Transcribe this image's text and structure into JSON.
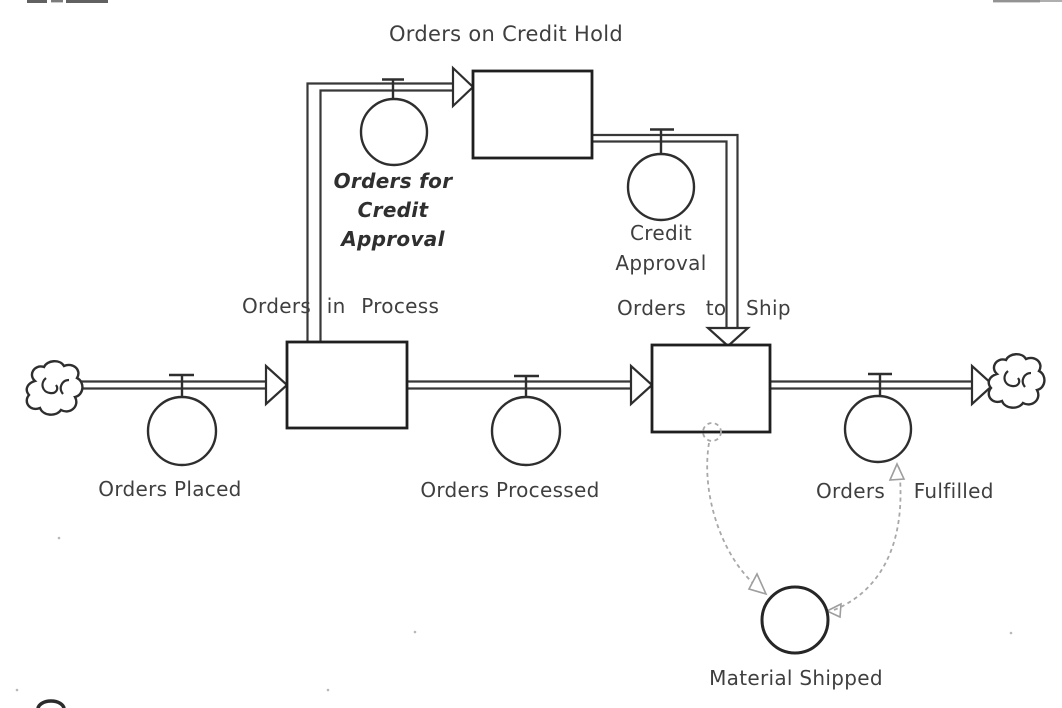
{
  "colors": {
    "background": "#ffffff",
    "ink": "#2e2e2e",
    "stock_ink": "#1f1f1f",
    "label_text": "#3f3f3f",
    "connector_gray": "#a8a8a8"
  },
  "labels": {
    "orders_on_credit_hold": "Orders on Credit Hold",
    "orders_for_credit_approval": "Orders for\nCredit\nApproval",
    "credit_approval": "Credit\nApproval",
    "orders_in_process": "Orders in Process",
    "orders_to_ship": "Orders to Ship",
    "orders_placed": "Orders Placed",
    "orders_processed": "Orders Processed",
    "orders_fulfilled": "Orders Fulfilled",
    "material_shipped": "Material Shipped"
  },
  "diagram": {
    "kind": "stock-and-flow",
    "stocks": [
      {
        "name": "Orders in Process"
      },
      {
        "name": "Orders on Credit Hold"
      },
      {
        "name": "Orders to Ship"
      }
    ],
    "flows": [
      {
        "name": "Orders Placed",
        "from": "source-cloud",
        "to": "Orders in Process"
      },
      {
        "name": "Orders Processed",
        "from": "Orders in Process",
        "to": "Orders to Ship"
      },
      {
        "name": "Orders Fulfilled",
        "from": "Orders to Ship",
        "to": "sink-cloud"
      },
      {
        "name": "Orders for Credit Approval",
        "from": "Orders in Process",
        "to": "Orders on Credit Hold",
        "emphasized": true
      },
      {
        "name": "Credit Approval",
        "from": "Orders on Credit Hold",
        "to": "Orders to Ship"
      }
    ],
    "converters": [
      {
        "name": "Material Shipped"
      }
    ],
    "connectors": [
      {
        "from": "Orders to Ship",
        "to": "Material Shipped",
        "style": "dashed"
      },
      {
        "from": "Material Shipped",
        "to": "Orders Fulfilled",
        "style": "dashed"
      }
    ]
  }
}
